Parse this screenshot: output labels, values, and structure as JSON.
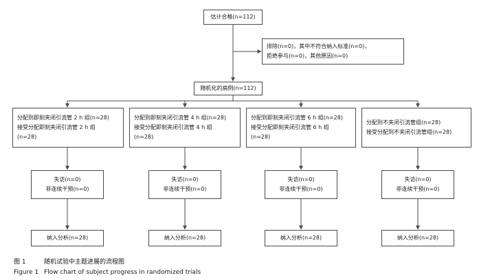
{
  "screened": {
    "lines": [
      "估计合格(n=112)"
    ]
  },
  "excluded": {
    "lines": [
      "排除(n=0)，其中不符合纳入标准(n=0)，",
      "拒绝参与(n=0)，其他原因(n=0)"
    ]
  },
  "randomized": {
    "lines": [
      "随机化的病例(n=112)"
    ]
  },
  "groups": [
    {
      "allocation": [
        "分配到即刻夹闭引流管 2 h 组(n=28)",
        "接受分配即刻夹闭引流管 2 h 组",
        "(n=28)"
      ],
      "followup": [
        "失访(n=0)",
        "非连续干预(n=0)"
      ],
      "analysis": [
        "纳入分析(n=28)"
      ]
    },
    {
      "allocation": [
        "分配到即刻夹闭引流管 4 h 组(n=28)",
        "接受分配即刻夹闭引流管 4 h 组",
        "(n=28)"
      ],
      "followup": [
        "失访(n=0)",
        "非连续干预(n=0)"
      ],
      "analysis": [
        "纳入分析(n=28)"
      ]
    },
    {
      "allocation": [
        "分配到即刻夹闭引流管 6 h 组(n=28)",
        "接受分配即刻夹闭引流管 6 h 组",
        "(n=28)"
      ],
      "followup": [
        "失访(n=0)",
        "非连续干预(n=0)"
      ],
      "analysis": [
        "纳入分析(n=28)"
      ]
    },
    {
      "allocation": [
        "分配到不夹闭引流管组(n=28)",
        "接受分配到不夹闭引流管组(n=28)"
      ],
      "followup": [
        "失访(n=0)",
        "非连续干预(n=0)"
      ],
      "analysis": [
        "纳入分析(n=28)"
      ]
    }
  ],
  "caption": {
    "cn_number": "图 1",
    "cn_text": "随机试验中主题进展的流程图",
    "en_number": "Figure 1",
    "en_text": "Flow chart of subject progress in randomized trials"
  }
}
